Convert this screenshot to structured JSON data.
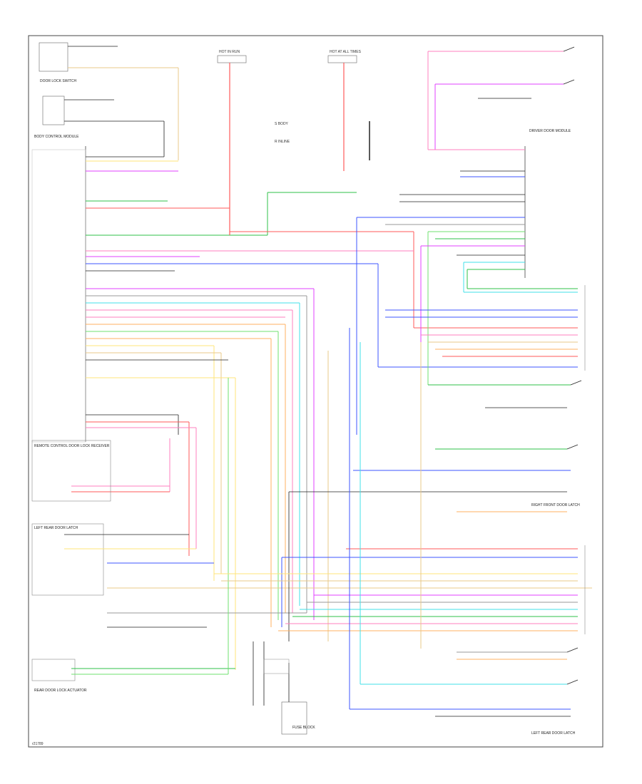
{
  "diagram": {
    "footer_code": "r21789",
    "top_splice_labels": [
      "HOT IN RUN",
      "HOT AT ALL TIMES"
    ],
    "legend": [
      "S BODY",
      "R INLINE"
    ],
    "components": {
      "left_top": "DOOR LOCK SWITCH",
      "left_module": "BODY CONTROL MODULE",
      "right_top": "DRIVER DOOR MODULE",
      "left_mid": "REMOTE CONTROL DOOR LOCK RECEIVER",
      "left_bottom_switch": "LEFT REAR DOOR LATCH",
      "right_mid": "RIGHT FRONT DOOR LATCH",
      "right_bottom": "LEFT REAR DOOR LATCH",
      "bottom_center": "FUSE BLOCK",
      "left_lower": "REAR DOOR LOCK ACTUATOR"
    }
  },
  "colors": {
    "red": "#ff5a5a",
    "pink": "#ff7fbf",
    "green": "#2fc24a",
    "lightgreen": "#6fe06f",
    "blue": "#3c55ff",
    "cyan": "#40e0e8",
    "violet": "#e040ff",
    "orange": "#ffb060",
    "yellow": "#ffe47a",
    "tan": "#e8c88a",
    "black": "#222222",
    "gray": "#9a9a9a"
  }
}
